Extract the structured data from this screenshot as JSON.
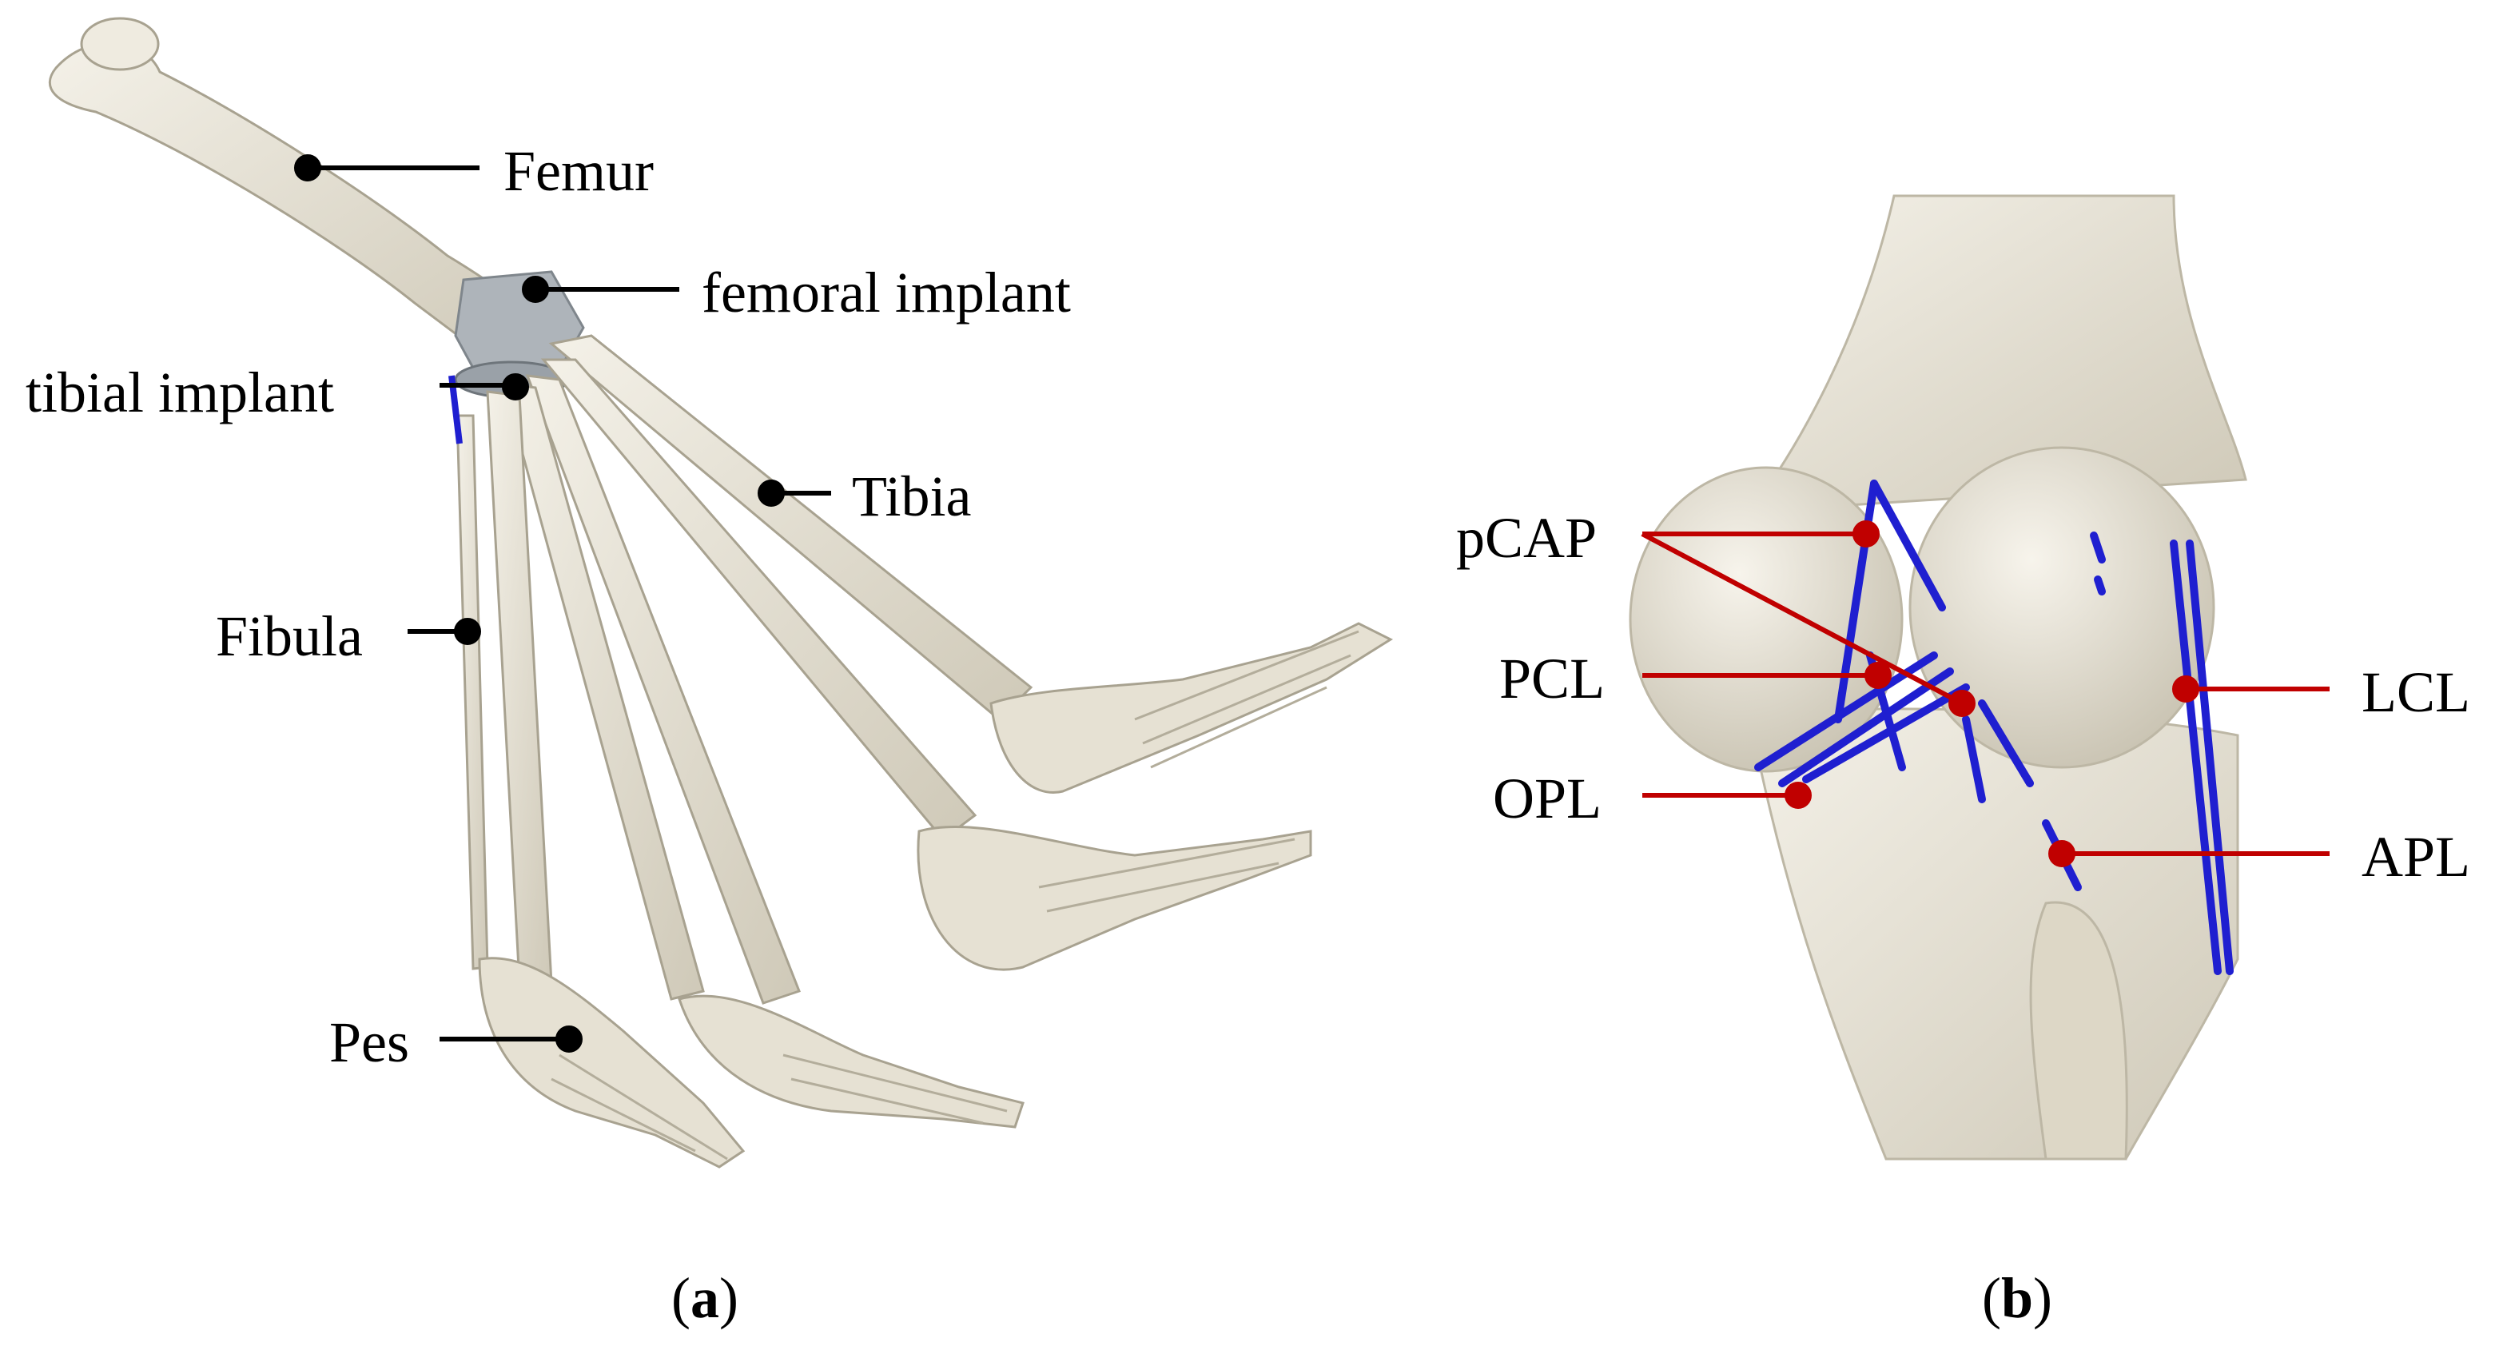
{
  "panel_a": {
    "labels": {
      "femur": "Femur",
      "femoral_implant": "femoral implant",
      "tibial_implant": "tibial implant",
      "tibia": "Tibia",
      "fibula": "Fibula",
      "pes": "Pes"
    },
    "caption_letter": "a"
  },
  "panel_b": {
    "labels": {
      "pcap": "pCAP",
      "pcl": "PCL",
      "opl": "OPL",
      "lcl": "LCL",
      "apl": "APL"
    },
    "caption_letter": "b"
  },
  "colors": {
    "bone": "#e9e4d6",
    "bone_shadow": "#b9b3a2",
    "implant": "#a9b0b6",
    "ligament": "#1f1fd0",
    "leader_a": "#000000",
    "leader_b": "#c00000"
  }
}
